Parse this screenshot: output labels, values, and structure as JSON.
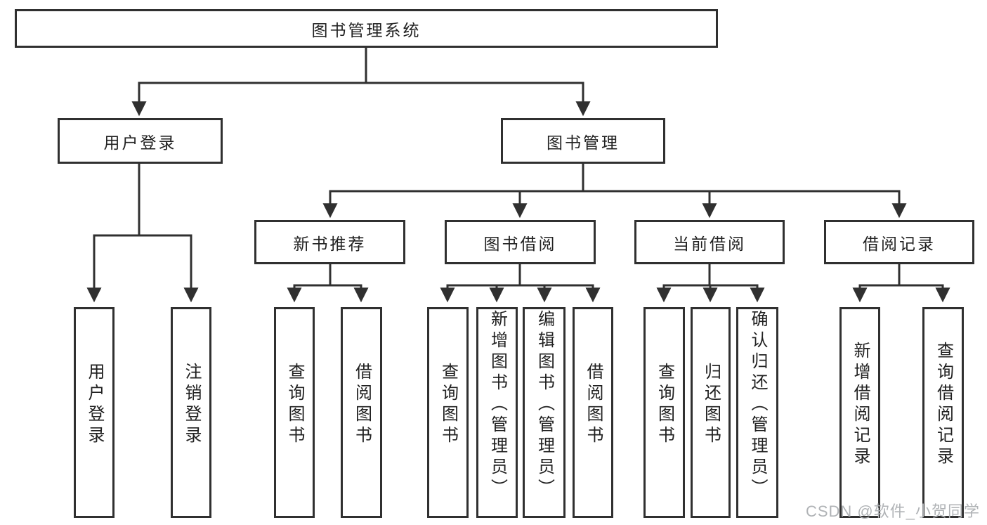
{
  "diagram": {
    "root": "图书管理系统",
    "branches": [
      {
        "label": "用户登录",
        "leaves": [
          "用户登录",
          "注销登录"
        ]
      },
      {
        "label": "图书管理",
        "groups": [
          {
            "label": "新书推荐",
            "leaves": [
              "查询图书",
              "借阅图书"
            ]
          },
          {
            "label": "图书借阅",
            "leaves": [
              "查询图书",
              "新增图书（管理员）",
              "编辑图书（管理员）",
              "借阅图书"
            ]
          },
          {
            "label": "当前借阅",
            "leaves": [
              "查询图书",
              "归还图书",
              "确认归还（管理员）"
            ]
          },
          {
            "label": "借阅记录",
            "leaves": [
              "新增借阅记录",
              "查询借阅记录"
            ]
          }
        ]
      }
    ]
  },
  "watermark": "CSDN @软件_小贺同学",
  "colors": {
    "line": "#303030",
    "box_border": "#303030",
    "text": "#212121",
    "watermark": "#b0b3b6",
    "background": "#ffffff"
  }
}
